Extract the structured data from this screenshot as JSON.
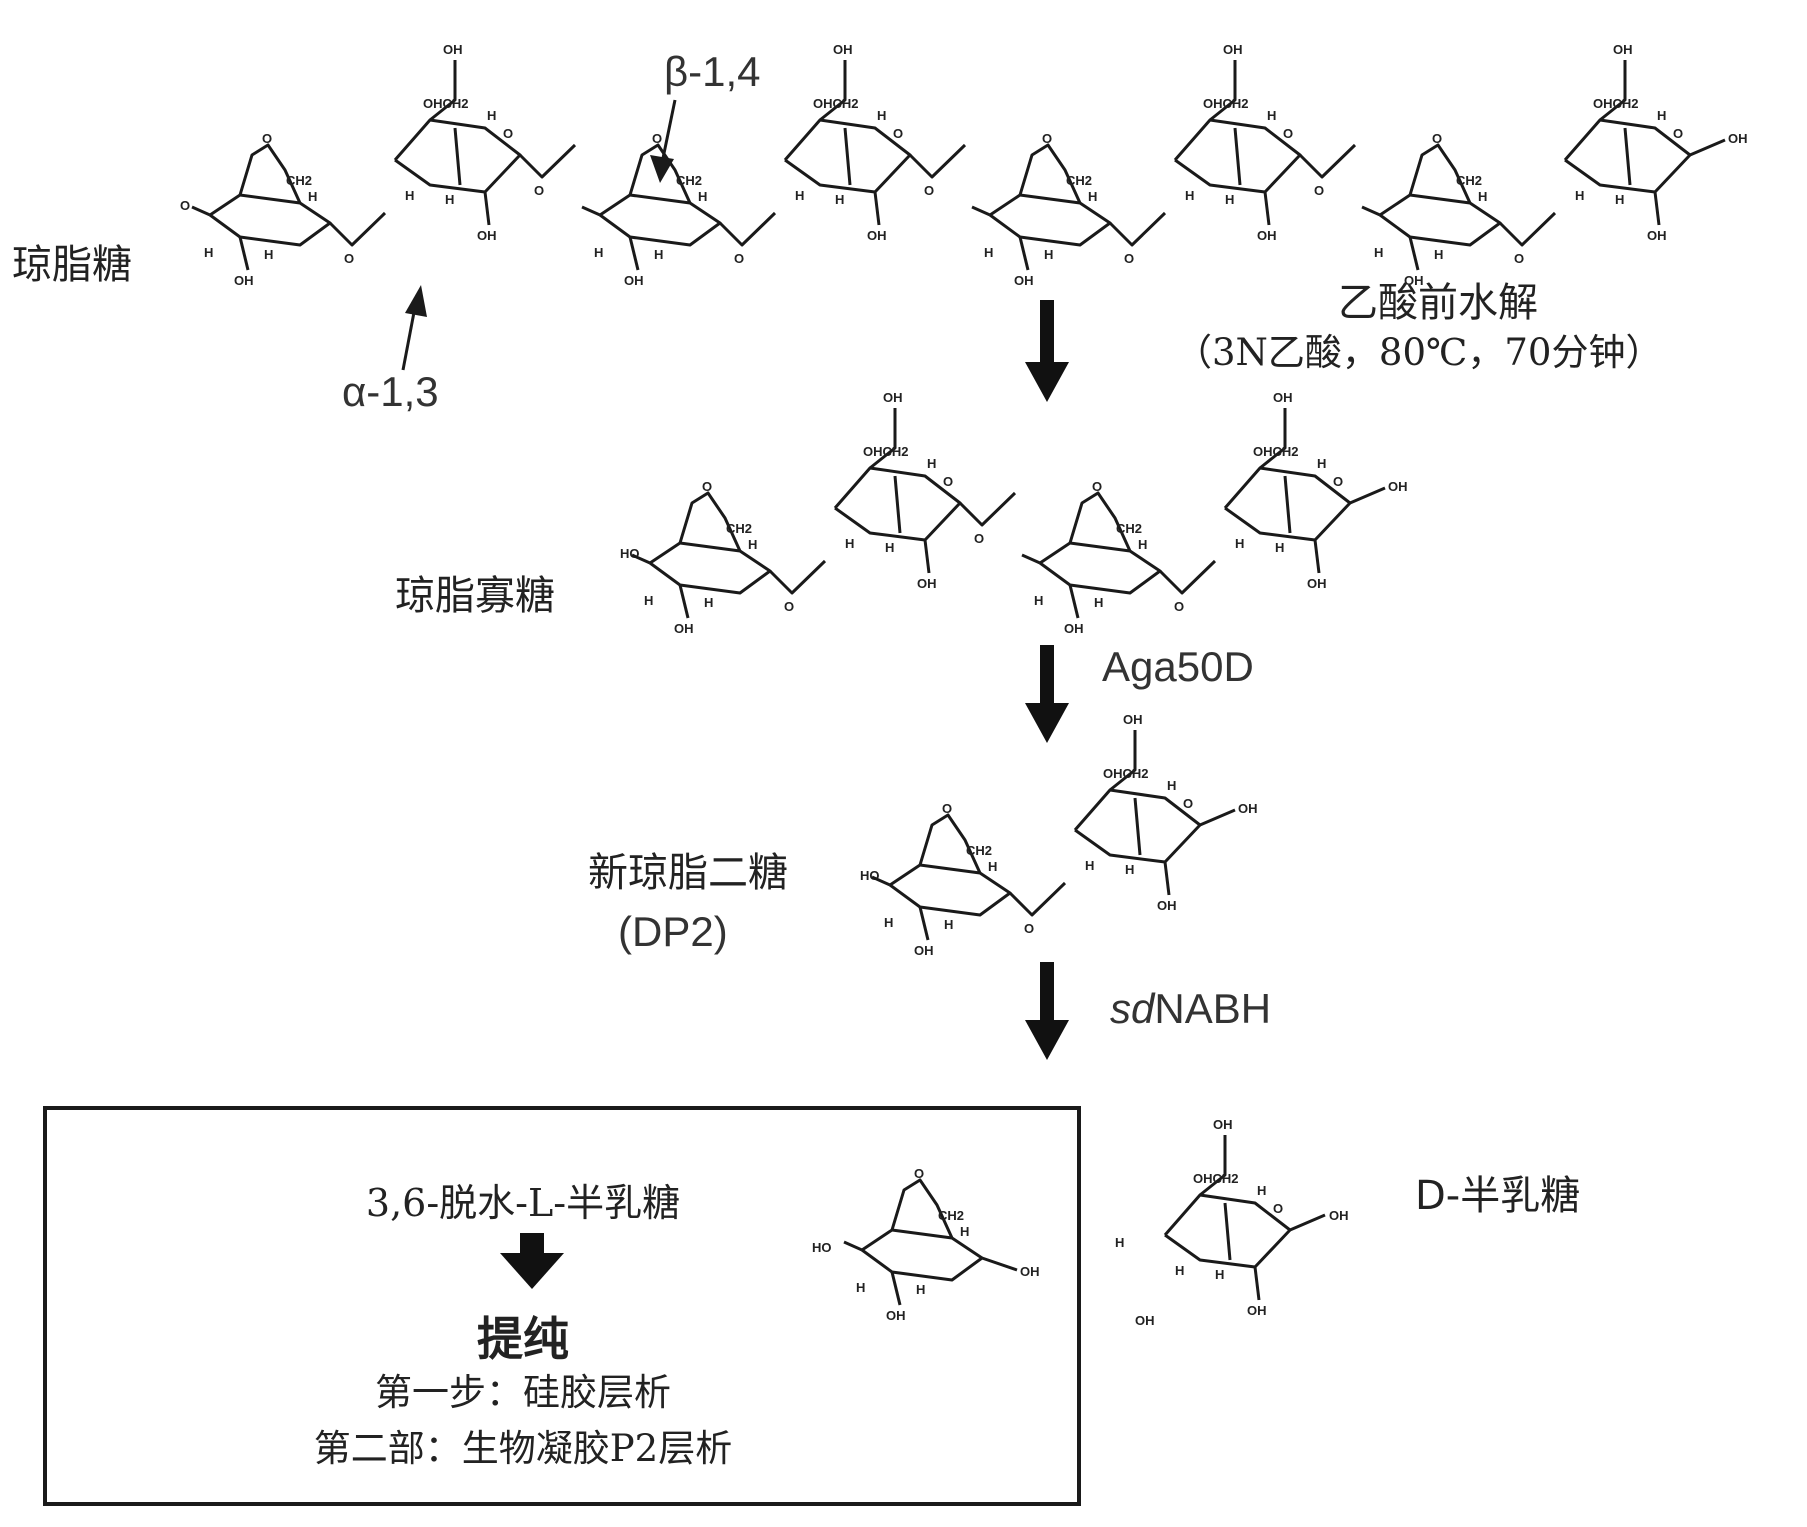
{
  "steps": {
    "agarose": "琼脂糖",
    "hydrolysis_title": "乙酸前水解",
    "hydrolysis_conditions": "（3N乙酸，80℃，70分钟）",
    "agarooligo": "琼脂寡糖",
    "enzyme1": "Aga50D",
    "neoagarobiose": "新琼脂二糖",
    "dp2": "(DP2)",
    "enzyme2_italic": "sd",
    "enzyme2_rest": "NABH",
    "d_galactose": "D-半乳糖"
  },
  "bonds": {
    "beta": "β-1,4",
    "alpha": "α-1,3"
  },
  "box": {
    "product": "3,6-脱水-L-半乳糖",
    "purify": "提纯",
    "step1": "第一步：硅胶层析",
    "step2": "第二部：生物凝胶P2层析"
  },
  "atoms": {
    "oh": "OH",
    "ho": "HO",
    "h": "H",
    "o": "O",
    "ch2": "CH2",
    "ohch2": "OHCH2"
  }
}
